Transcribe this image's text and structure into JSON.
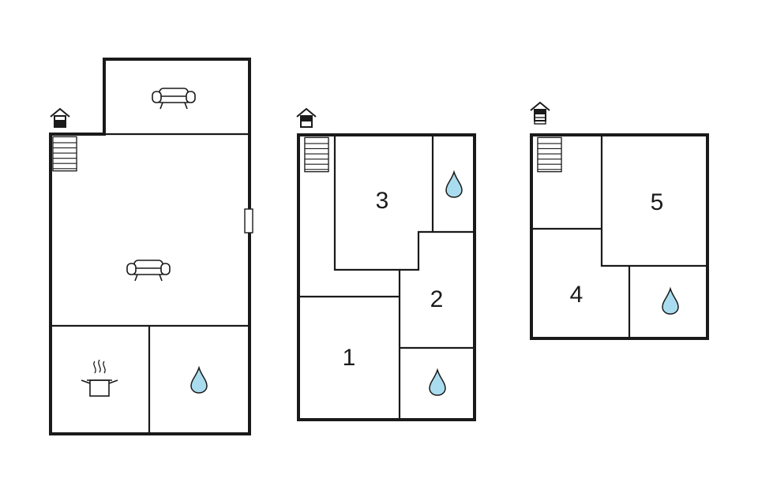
{
  "floors": [
    {
      "level_icon": "house-level-ground-icon",
      "rooms": [
        {
          "label": "",
          "icon": "sofa-icon"
        },
        {
          "label": "",
          "icon": "sofa-icon"
        },
        {
          "label": "",
          "icon": "cooking-pot-icon"
        },
        {
          "label": "",
          "icon": "water-drop-icon"
        }
      ]
    },
    {
      "level_icon": "house-level-middle-icon",
      "rooms": [
        {
          "label": "3",
          "icon": ""
        },
        {
          "label": "",
          "icon": "water-drop-icon"
        },
        {
          "label": "2",
          "icon": ""
        },
        {
          "label": "1",
          "icon": ""
        },
        {
          "label": "",
          "icon": "water-drop-icon"
        }
      ]
    },
    {
      "level_icon": "house-level-top-icon",
      "rooms": [
        {
          "label": "5",
          "icon": ""
        },
        {
          "label": "4",
          "icon": ""
        },
        {
          "label": "",
          "icon": "water-drop-icon"
        }
      ]
    }
  ],
  "colors": {
    "walls": "#1a1a1a",
    "water": "#a9dcee",
    "background": "#ffffff"
  }
}
